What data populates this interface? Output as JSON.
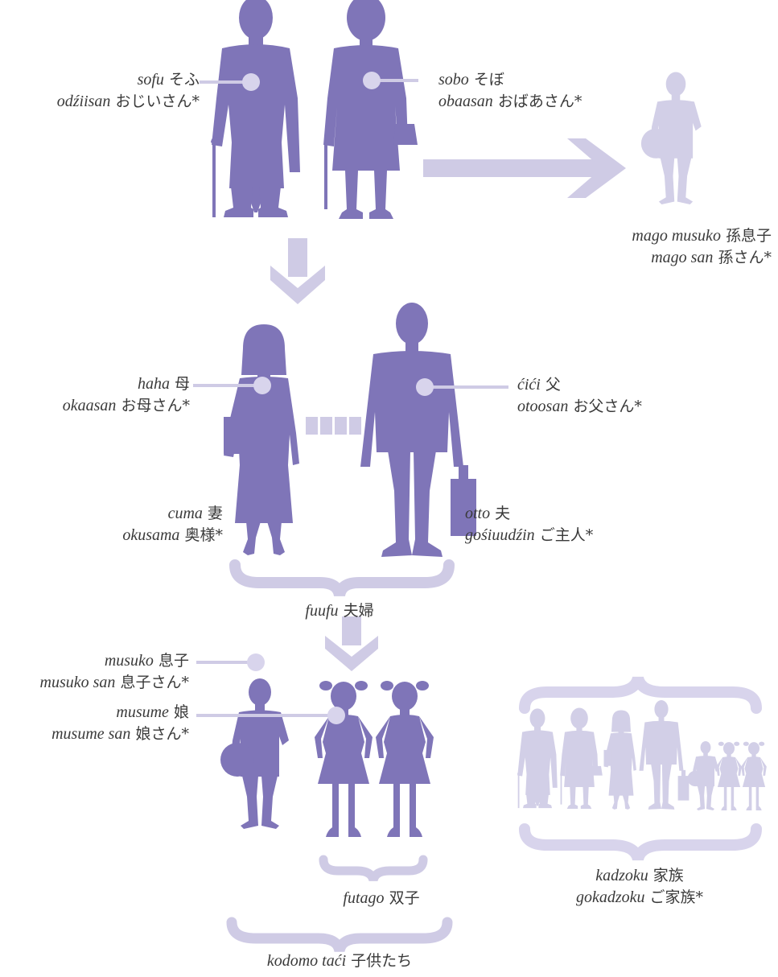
{
  "colors": {
    "figure": "#7f75b8",
    "light": "#cfcbe5",
    "faded": "#d2cfe7",
    "dot": "#d8d4ec",
    "text": "#3a3a3a"
  },
  "labels": {
    "sofu": {
      "r1": "sofu",
      "k1": "そふ",
      "r2": "odźiisan",
      "k2": "おじいさん*"
    },
    "sobo": {
      "r1": "sobo",
      "k1": "そぼ",
      "r2": "obaasan",
      "k2": "おばあさん*"
    },
    "mago": {
      "r1": "mago musuko",
      "k1": "孫息子",
      "r2": "mago san",
      "k2": "孫さん*"
    },
    "haha": {
      "r1": "haha",
      "k1": "母",
      "r2": "okaasan",
      "k2": "お母さん*"
    },
    "cici": {
      "r1": "ćići",
      "k1": "父",
      "r2": "otoosan",
      "k2": "お父さん*"
    },
    "cuma": {
      "r1": "cuma",
      "k1": "妻",
      "r2": "okusama",
      "k2": "奥様*"
    },
    "otto": {
      "r1": "otto",
      "k1": "夫",
      "r2": "gośiuudźin",
      "k2": "ご主人*"
    },
    "fuufu": {
      "r1": "fuufu",
      "k1": "夫婦"
    },
    "musuko": {
      "r1": "musuko",
      "k1": "息子",
      "r2": "musuko san",
      "k2": "息子さん*"
    },
    "musume": {
      "r1": "musume",
      "k1": "娘",
      "r2": "musume san",
      "k2": "娘さん*"
    },
    "futago": {
      "r1": "futago",
      "k1": "双子"
    },
    "kodomo": {
      "r1": "kodomo taći",
      "k1": "子供たち"
    },
    "kazoku": {
      "r1": "kadzoku",
      "k1": "家族",
      "r2": "gokadzoku",
      "k2": "ご家族*"
    }
  }
}
